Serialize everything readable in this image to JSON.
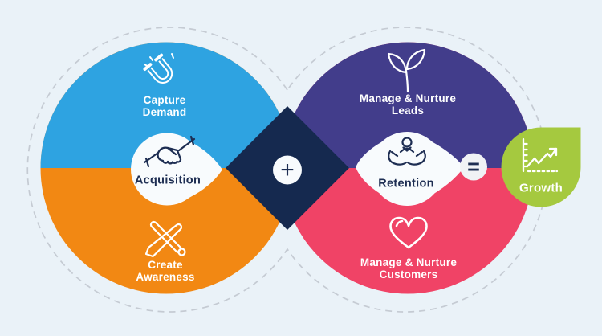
{
  "background_color": "#EAF2F8",
  "loops": {
    "acquisition": {
      "hub_label": "Acquisition",
      "hub_icon": "handshake-icon",
      "top": {
        "line1": "Capture",
        "line2": "Demand",
        "icon": "magnet-icon",
        "color": "#2EA3E1"
      },
      "bottom": {
        "line1": "Create",
        "line2": "Awareness",
        "icon": "crossed-pens-icon",
        "color": "#F28813"
      }
    },
    "retention": {
      "hub_label": "Retention",
      "hub_icon": "caring-hands-person-icon",
      "top": {
        "line1": "Manage & Nurture",
        "line2": "Leads",
        "icon": "seedling-icon",
        "color": "#423D8B"
      },
      "bottom": {
        "line1": "Manage & Nurture",
        "line2": "Customers",
        "icon": "heart-icon",
        "color": "#F04366"
      }
    }
  },
  "operators": {
    "plus": "+",
    "equals": "="
  },
  "result": {
    "label": "Growth",
    "icon": "growth-chart-icon",
    "color": "#A5C93F"
  },
  "colors": {
    "overlap_diamond": "#15294F",
    "hub_fill": "#F8FBFD",
    "equals_badge_fill": "#F0F2F5",
    "dashed_outline": "#C5CBD3",
    "dark_text": "#1D2D52",
    "light_text": "#FFFFFF"
  }
}
